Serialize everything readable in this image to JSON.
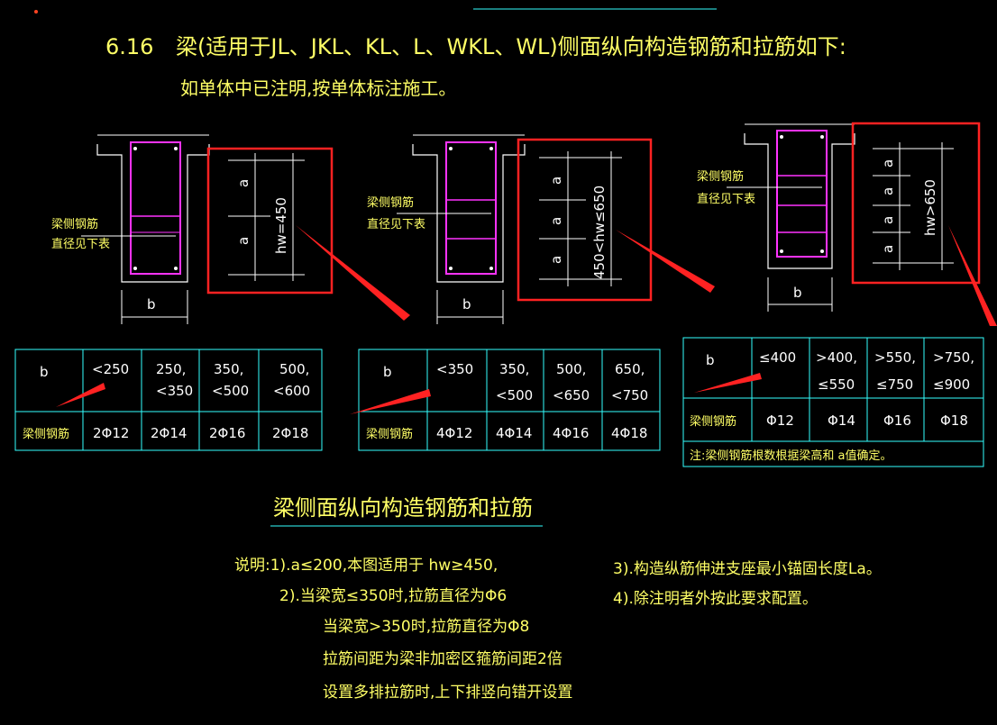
{
  "header": {
    "clause_no": "6.16",
    "line1": "梁(适用于JL、JKL、KL、L、WKL、WL)侧面纵向构造钢筋和拉筋如下:",
    "line2": "如单体中已注明,按单体标注施工。"
  },
  "diagrams": [
    {
      "side_label_1": "梁侧钢筋",
      "side_label_2": "直径见下表",
      "b_label": "b",
      "hw_label": "hw=450",
      "a_labels": [
        "a",
        "a"
      ]
    },
    {
      "side_label_1": "梁侧钢筋",
      "side_label_2": "直径见下表",
      "b_label": "b",
      "hw_label": "450<hw≤650",
      "a_labels": [
        "a",
        "a",
        "a"
      ]
    },
    {
      "side_label_1": "梁侧钢筋",
      "side_label_2": "直径见下表",
      "b_label": "b",
      "hw_label": "hw>650",
      "a_labels": [
        "a",
        "a",
        "a",
        "a"
      ]
    }
  ],
  "tables": [
    {
      "header_b": "b",
      "cols": [
        [
          "<250"
        ],
        [
          "250,",
          "<350"
        ],
        [
          "350,",
          "<500"
        ],
        [
          "500,",
          "<600"
        ]
      ],
      "row_label": "梁侧钢筋",
      "values": [
        "2Φ12",
        "2Φ14",
        "2Φ16",
        "2Φ18"
      ]
    },
    {
      "header_b": "b",
      "cols": [
        [
          "<350"
        ],
        [
          "350,",
          "<500"
        ],
        [
          "500,",
          "<650"
        ],
        [
          "650,",
          "<750"
        ]
      ],
      "row_label": "梁侧钢筋",
      "values": [
        "4Φ12",
        "4Φ14",
        "4Φ16",
        "4Φ18"
      ]
    },
    {
      "header_b": "b",
      "cols": [
        [
          "≤400"
        ],
        [
          ">400,",
          "≤550"
        ],
        [
          ">550,",
          "≤750"
        ],
        [
          ">750,",
          "≤900"
        ]
      ],
      "row_label": "梁侧钢筋",
      "values": [
        "Φ12",
        "Φ14",
        "Φ16",
        "Φ18"
      ],
      "note": "注:梁侧钢筋根数根据梁高和 a值确定。"
    }
  ],
  "section_title": "梁侧面纵向构造钢筋和拉筋",
  "notes_left": [
    "说明:1).a≤200,本图适用于 hw≥450,",
    "2).当梁宽≤350时,拉筋直径为Φ6",
    "当梁宽>350时,拉筋直径为Φ8",
    "拉筋间距为梁非加密区箍筋间距2倍",
    "设置多排拉筋时,上下排竖向错开设置"
  ],
  "notes_right": [
    "3).构造纵筋伸进支座最小锚固长度La。",
    "4).除注明者外按此要求配置。"
  ],
  "colors": {
    "background": "#000000",
    "text_yellow": "#ffff66",
    "table_line": "#33ffff",
    "rebar_magenta": "#ff33ff",
    "highlight_red": "#ff2222",
    "outline_white": "#ffffff"
  }
}
